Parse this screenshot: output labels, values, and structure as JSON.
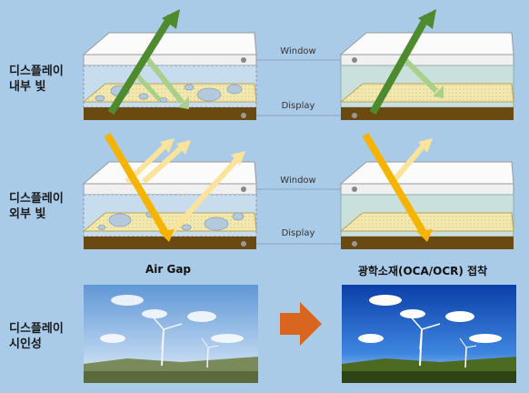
{
  "row_labels": {
    "internal": [
      "디스플레이",
      "내부 빛"
    ],
    "external": [
      "디스플레이",
      "외부 빛"
    ],
    "visibility": [
      "디스플레이",
      "시인성"
    ]
  },
  "layer_labels": {
    "window_1": "Window",
    "display_1": "Display",
    "window_2": "Window",
    "display_2": "Display"
  },
  "column_titles": {
    "left": "Air Gap",
    "right": "광학소재(OCA/OCR) 접착"
  },
  "colors": {
    "background": "#a9cbe8",
    "window_panel": "#f7f7f7",
    "display_panel": "#f2e8b0",
    "substrate": "#6b4a12",
    "green_arrow": "#4e8a2e",
    "light_green_arrow": "#a8d08a",
    "yellow_arrow": "#f6b400",
    "light_yellow_arrow": "#fbe39a",
    "orange_arrow": "#d9661e"
  }
}
